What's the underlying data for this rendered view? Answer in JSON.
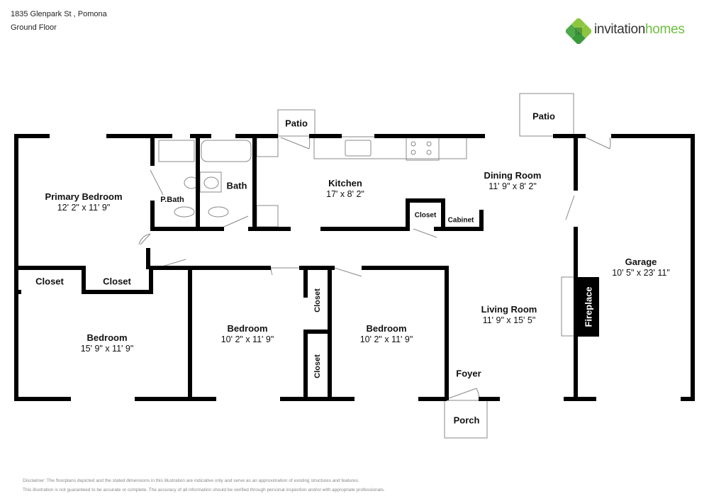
{
  "header": {
    "address": "1835 Glenpark St , Pomona",
    "floor": "Ground Floor"
  },
  "logo": {
    "brand_part1": "invitation",
    "brand_part2": "homes",
    "icon": "clover-leaf-logo-icon",
    "colors": {
      "dark_text": "#333333",
      "accent_green": "#6cbf3f",
      "leaf_dark": "#3a9a3a",
      "leaf_light": "#8cc63f"
    }
  },
  "rooms": {
    "primary_bedroom": {
      "name": "Primary Bedroom",
      "dims": "12' 2\" x 11' 9\""
    },
    "p_bath": {
      "name": "P.Bath"
    },
    "bath": {
      "name": "Bath"
    },
    "kitchen": {
      "name": "Kitchen",
      "dims": "17' x 8' 2\""
    },
    "dining_room": {
      "name": "Dining Room",
      "dims": "11' 9\" x 8' 2\""
    },
    "garage": {
      "name": "Garage",
      "dims": "10' 5\" x 23' 11\""
    },
    "living_room": {
      "name": "Living Room",
      "dims": "11' 9\" x 15' 5\""
    },
    "bedroom_left": {
      "name": "Bedroom",
      "dims": "15' 9\" x 11' 9\""
    },
    "bedroom_mid": {
      "name": "Bedroom",
      "dims": "10' 2\" x 11' 9\""
    },
    "bedroom_right": {
      "name": "Bedroom",
      "dims": "10' 2\" x 11' 9\""
    },
    "closet_1": {
      "name": "Closet"
    },
    "closet_2": {
      "name": "Closet"
    },
    "closet_3": {
      "name": "Closet"
    },
    "closet_4": {
      "name": "Closet"
    },
    "closet_kitchen": {
      "name": "Closet"
    },
    "cabinet": {
      "name": "Cabinet"
    },
    "fireplace": {
      "name": "Fireplace"
    },
    "foyer": {
      "name": "Foyer"
    },
    "porch": {
      "name": "Porch"
    },
    "patio_left": {
      "name": "Patio"
    },
    "patio_right": {
      "name": "Patio"
    }
  },
  "disclaimer": {
    "line1": "Disclaimer: The floorplans depicted and the stated dimensions in this illustration are indicative only and serve as an approximation of existing structures and features.",
    "line2": "This illustration is not guaranteed to be accurate or complete. The accuracy of all information should be verified through personal inspection and/or with appropriate professionals."
  }
}
